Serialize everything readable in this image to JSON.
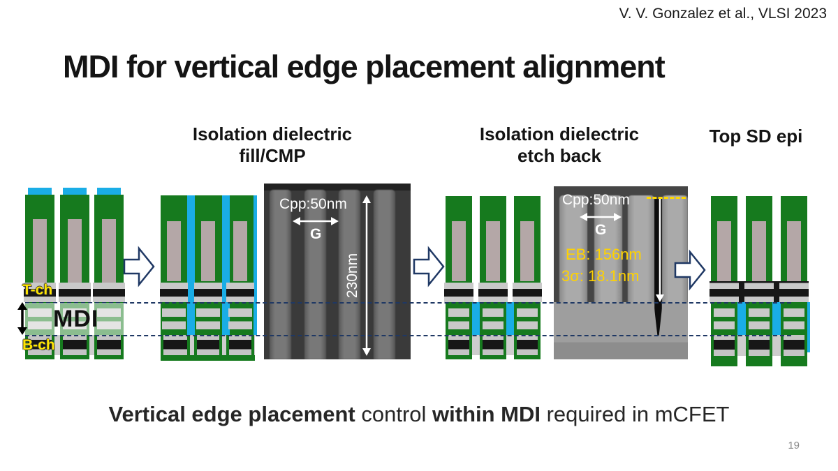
{
  "slide": {
    "citation": "V. V. Gonzalez et al., VLSI 2023",
    "title": "MDI for vertical edge placement alignment",
    "page_number": "19"
  },
  "process_steps": {
    "fill_cmp": {
      "line1": "Isolation dielectric",
      "line2": "fill/CMP"
    },
    "etch_back": {
      "line1": "Isolation dielectric",
      "line2": "etch back"
    },
    "top_sd_epi": {
      "line1": "Top SD epi"
    }
  },
  "schematic_labels": {
    "top_channel": "T-ch",
    "mdi": "MDI",
    "bottom_channel": "B-ch"
  },
  "sem_fill": {
    "cpp": "Cpp:50nm",
    "gate": "G",
    "depth": "230nm"
  },
  "sem_etch": {
    "cpp": "Cpp:50nm",
    "gate": "G",
    "etch_back": "EB: 156nm",
    "sigma": "3σ: 18.1nm"
  },
  "caption": {
    "bold1": "Vertical edge placement",
    "normal1": " control ",
    "bold2": "within MDI",
    "normal2": " required in mCFET"
  },
  "colors": {
    "fin_green": "#167a1e",
    "dielectric_cyan": "#1aade6",
    "gate_mauve": "#b4a7a7",
    "stripe_gray": "#c9c9c9",
    "stripe_black": "#171717",
    "guide_navy": "#1f3864",
    "channel_label_yellow": "#ffe600",
    "sem_annotation_yellow": "#ffd200"
  }
}
